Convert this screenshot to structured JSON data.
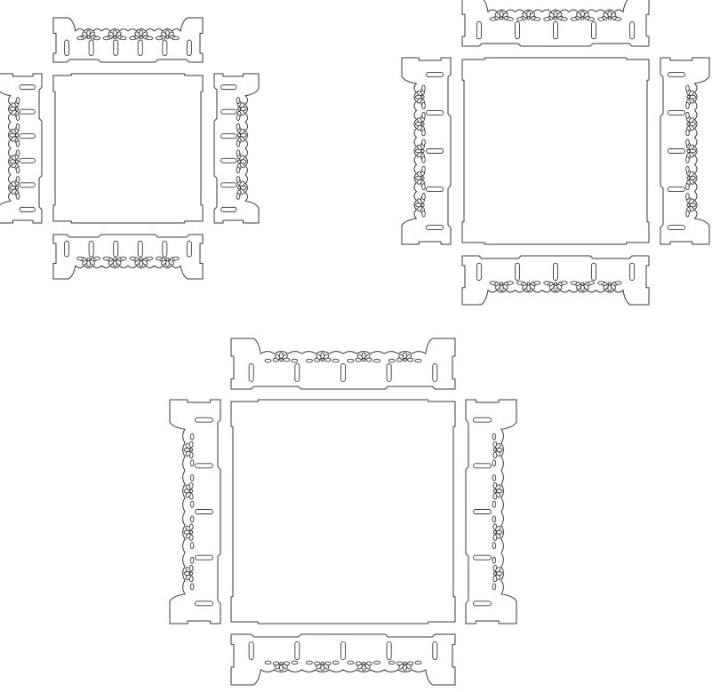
{
  "diagram": {
    "kits": [
      {
        "slots_per_side": 6,
        "lace_groups": 4
      },
      {
        "slots_per_side": 5,
        "lace_groups": 5
      },
      {
        "slots_per_side": 5,
        "lace_groups": 4
      }
    ],
    "colors": {
      "line": "#3a3a3a",
      "background": "#ffffff"
    }
  }
}
